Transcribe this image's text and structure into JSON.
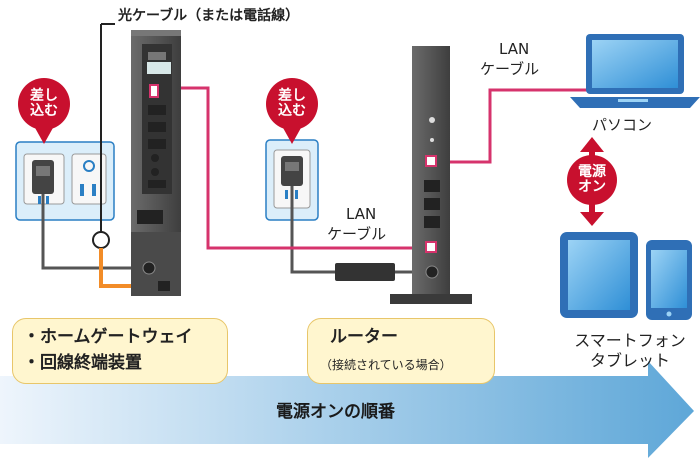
{
  "labels": {
    "fiber_cable": "光ケーブル（または電話線）",
    "lan_cable_top": [
      "LAN",
      "ケーブル"
    ],
    "lan_cable_mid": [
      "LAN",
      "ケーブル"
    ],
    "pc": "パソコン",
    "power_on_badge": [
      "電源",
      "オン"
    ],
    "plug_in_badge_1": [
      "差し",
      "込む"
    ],
    "plug_in_badge_2": [
      "差し",
      "込む"
    ],
    "smartphone_tablet": [
      "スマートフォン",
      "タブレット"
    ],
    "gateway_box": [
      "・ホームゲートウェイ",
      "・回線終端装置"
    ],
    "router_box_title": "ルーター",
    "router_box_sub": "（接続されている場合）",
    "sequence_arrow": "電源オンの順番"
  },
  "colors": {
    "lan_cable": "#d6336c",
    "optical_cable": "#f28c28",
    "power_cord": "#555555",
    "badge": "#c8102e",
    "outlet_panel": "#dbeefa",
    "arrow_start": "#eaf3fb",
    "arrow_end": "#5ea7d8",
    "device": "#5a5a5a"
  }
}
